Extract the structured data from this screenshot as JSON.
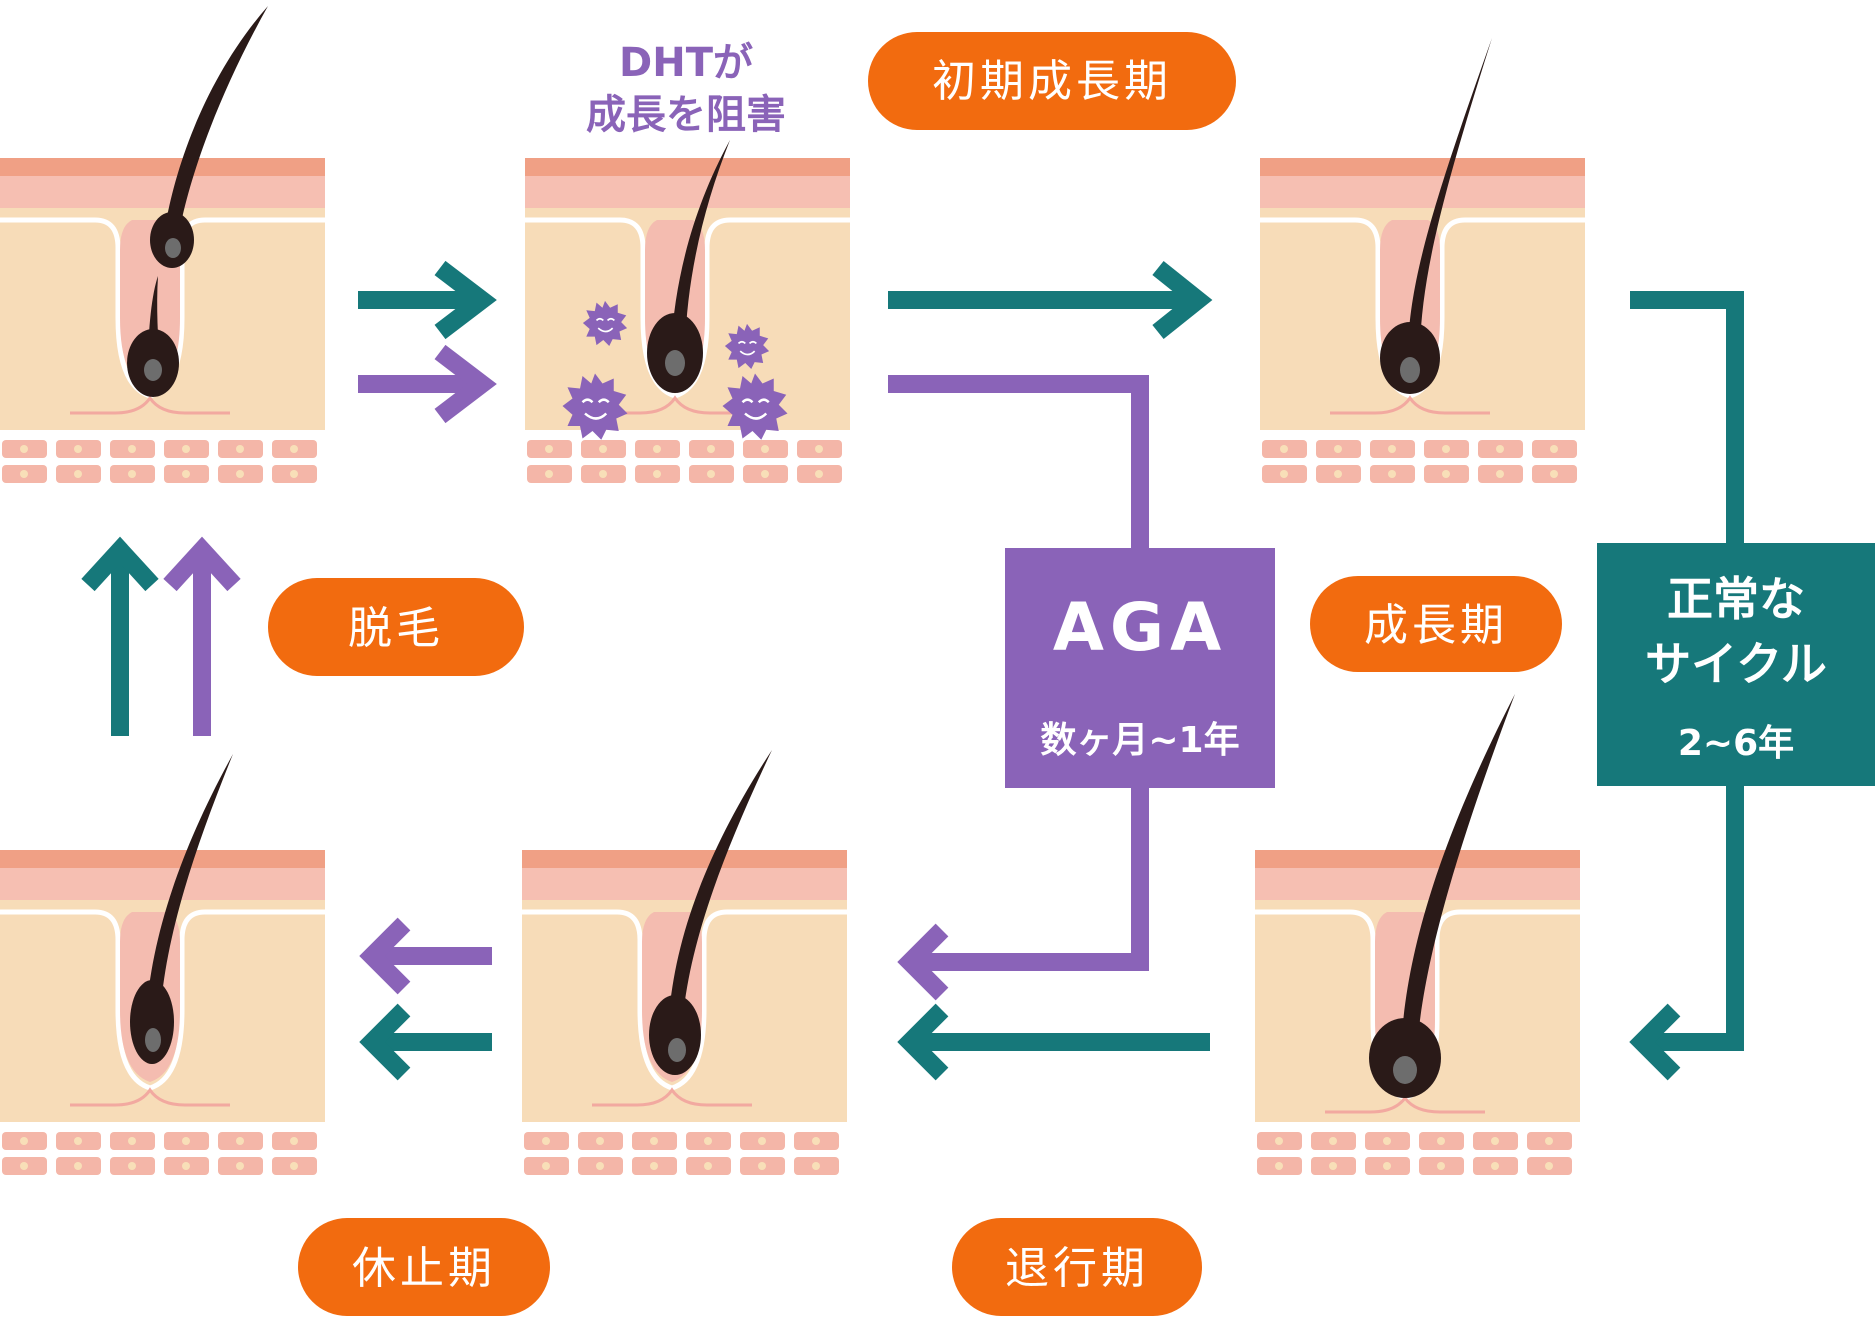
{
  "labels": {
    "dht_line1": "DHTが",
    "dht_line2": "成長を阻害",
    "early_growth": "初期成長期",
    "growth": "成長期",
    "shedding": "脱毛",
    "resting": "休止期",
    "regression": "退行期"
  },
  "aga_box": {
    "title": "AGA",
    "duration": "数ヶ月~1年"
  },
  "normal_box": {
    "title_line1": "正常な",
    "title_line2": "サイクル",
    "duration": "2~6年"
  },
  "colors": {
    "teal": "#16787a",
    "purple": "#8a63b8",
    "orange": "#f26b0f",
    "skin_top": "#f0a085",
    "skin_layer": "#f6bfb2",
    "dermis": "#f7dcb8",
    "follicle": "#f4bcb0",
    "hair": "#2a1a18",
    "bulb_core": "#6d6d6d",
    "cell": "#f4b6a8",
    "cell_dot": "#f8dfb8"
  }
}
